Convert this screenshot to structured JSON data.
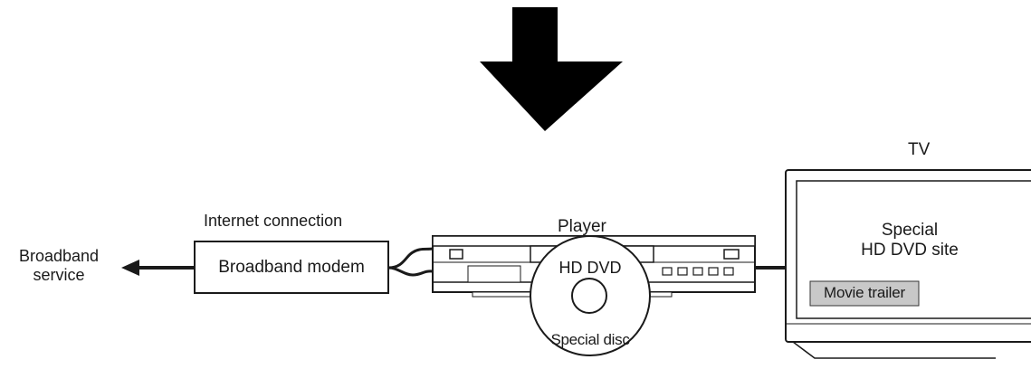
{
  "labels": {
    "broadband_service_line1": "Broadband",
    "broadband_service_line2": "service",
    "internet_connection": "Internet connection",
    "broadband_modem": "Broadband modem",
    "player": "Player",
    "disc_title": "HD DVD",
    "disc_subtitle": "Special disc",
    "tv": "TV",
    "tv_screen_line1": "Special",
    "tv_screen_line2": "HD DVD site",
    "movie_trailer": "Movie trailer"
  },
  "colors": {
    "line": "#1a1a1a",
    "arrow_fill": "#000000",
    "movie_trailer_fill": "#c8c8c8"
  }
}
